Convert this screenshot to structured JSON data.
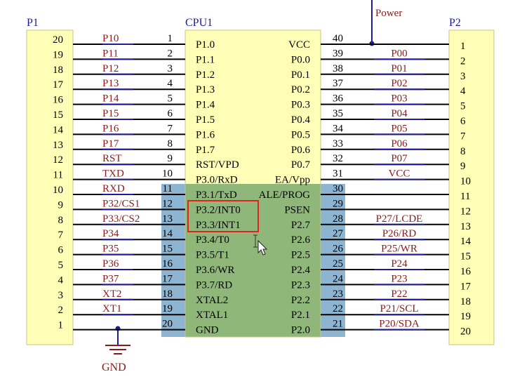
{
  "headers": {
    "p1": "P1",
    "cpu": "CPU1",
    "p2": "P2",
    "power": "Power",
    "gnd": "GND"
  },
  "p1_numbers": [
    "20",
    "19",
    "18",
    "17",
    "16",
    "15",
    "14",
    "13",
    "12",
    "11",
    "10",
    "9",
    "8",
    "7",
    "6",
    "5",
    "4",
    "3",
    "2",
    "1"
  ],
  "left_nets": [
    "P10",
    "P11",
    "P12",
    "P13",
    "P14",
    "P15",
    "P16",
    "P17",
    "RST",
    "TXD",
    "RXD",
    "P32/CS1",
    "P33/CS2",
    "P34",
    "P35",
    "P36",
    "P37",
    "XT2",
    "XT1",
    ""
  ],
  "cpu_left_numbers": [
    "1",
    "2",
    "3",
    "4",
    "5",
    "6",
    "7",
    "8",
    "9",
    "10",
    "11",
    "12",
    "13",
    "14",
    "15",
    "16",
    "17",
    "18",
    "19",
    "20"
  ],
  "cpu_left_labels": [
    "P1.0",
    "P1.1",
    "P1.2",
    "P1.3",
    "P1.4",
    "P1.5",
    "P1.6",
    "P1.7",
    "RST/VPD",
    "P3.0/RxD",
    "P3.1/TxD",
    "P3.2/INT0",
    "P3.3/INT1",
    "P3.4/T0",
    "P3.5/T1",
    "P3.6/WR",
    "P3.7/RD",
    "XTAL2",
    "XTAL1",
    "GND"
  ],
  "cpu_right_labels": [
    "VCC",
    "P0.0",
    "P0.1",
    "P0.2",
    "P0.3",
    "P0.4",
    "P0.5",
    "P0.6",
    "P0.7",
    "EA/Vpp",
    "ALE/PROG",
    "PSEN",
    "P2.7",
    "P2.6",
    "P2.5",
    "P2.4",
    "P2.3",
    "P2.2",
    "P2.1",
    "P2.0"
  ],
  "cpu_right_numbers": [
    "40",
    "39",
    "38",
    "37",
    "36",
    "35",
    "34",
    "33",
    "32",
    "31",
    "30",
    "29",
    "28",
    "27",
    "26",
    "25",
    "24",
    "23",
    "22",
    "21"
  ],
  "right_nets": [
    "",
    "P00",
    "P01",
    "P02",
    "P03",
    "P04",
    "P05",
    "P06",
    "P07",
    "VCC",
    "",
    "",
    "P27/LCDE",
    "P26/RD",
    "P25/WR",
    "P24",
    "P23",
    "P22",
    "P21/SCL",
    "P20/SDA"
  ],
  "p2_numbers": [
    "1",
    "2",
    "3",
    "4",
    "5",
    "6",
    "7",
    "8",
    "9",
    "10",
    "11",
    "12",
    "13",
    "14",
    "15",
    "16",
    "17",
    "18",
    "19",
    "20"
  ],
  "colors": {
    "connector_fill": "#fffeb6",
    "cpu_fill": "#fffeb6",
    "net_label": "#8b1a1a",
    "wire": "#000000",
    "bus_link": "#1f1b99",
    "highlight_green": "#8fb77a",
    "highlight_blue": "#8db4d0",
    "selection_box": "#e0231f"
  }
}
